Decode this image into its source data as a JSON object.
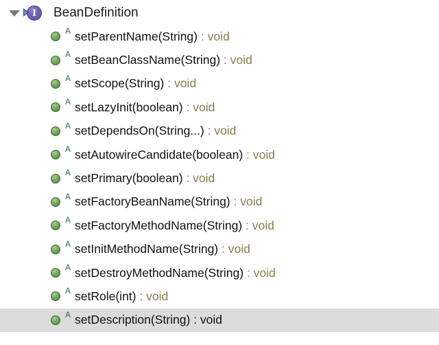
{
  "panel": {
    "name": "structure-tree",
    "background_color": "#ffffff",
    "selection_color": "#dcdcdc"
  },
  "root": {
    "label": "BeanDefinition",
    "icon": "interface-icon",
    "icon_glyph": "I",
    "icon_color": "#6d5cae",
    "expander": "triangle-down-icon",
    "expanded": true
  },
  "colors": {
    "text": "#111111",
    "return_type": "#8a7b4d",
    "abstract_marker": "#2f6b3a",
    "method_icon": "#6f9d59",
    "interface_icon": "#6d5cae",
    "selection": "#dcdcdc"
  },
  "members": [
    {
      "icon": "method-icon",
      "modifier": "A",
      "name": "setParentName(String)",
      "separator": " : ",
      "type": "void",
      "selected": false
    },
    {
      "icon": "method-icon",
      "modifier": "A",
      "name": "setBeanClassName(String)",
      "separator": " : ",
      "type": "void",
      "selected": false
    },
    {
      "icon": "method-icon",
      "modifier": "A",
      "name": "setScope(String)",
      "separator": " : ",
      "type": "void",
      "selected": false
    },
    {
      "icon": "method-icon",
      "modifier": "A",
      "name": "setLazyInit(boolean)",
      "separator": " : ",
      "type": "void",
      "selected": false
    },
    {
      "icon": "method-icon",
      "modifier": "A",
      "name": "setDependsOn(String...)",
      "separator": " : ",
      "type": "void",
      "selected": false
    },
    {
      "icon": "method-icon",
      "modifier": "A",
      "name": "setAutowireCandidate(boolean)",
      "separator": " : ",
      "type": "void",
      "selected": false
    },
    {
      "icon": "method-icon",
      "modifier": "A",
      "name": "setPrimary(boolean)",
      "separator": " : ",
      "type": "void",
      "selected": false
    },
    {
      "icon": "method-icon",
      "modifier": "A",
      "name": "setFactoryBeanName(String)",
      "separator": " : ",
      "type": "void",
      "selected": false
    },
    {
      "icon": "method-icon",
      "modifier": "A",
      "name": "setFactoryMethodName(String)",
      "separator": " : ",
      "type": "void",
      "selected": false
    },
    {
      "icon": "method-icon",
      "modifier": "A",
      "name": "setInitMethodName(String)",
      "separator": " : ",
      "type": "void",
      "selected": false
    },
    {
      "icon": "method-icon",
      "modifier": "A",
      "name": "setDestroyMethodName(String)",
      "separator": " : ",
      "type": "void",
      "selected": false
    },
    {
      "icon": "method-icon",
      "modifier": "A",
      "name": "setRole(int)",
      "separator": " : ",
      "type": "void",
      "selected": false
    },
    {
      "icon": "method-icon",
      "modifier": "A",
      "name": "setDescription(String)",
      "separator": " : ",
      "type": "void",
      "selected": true
    }
  ]
}
